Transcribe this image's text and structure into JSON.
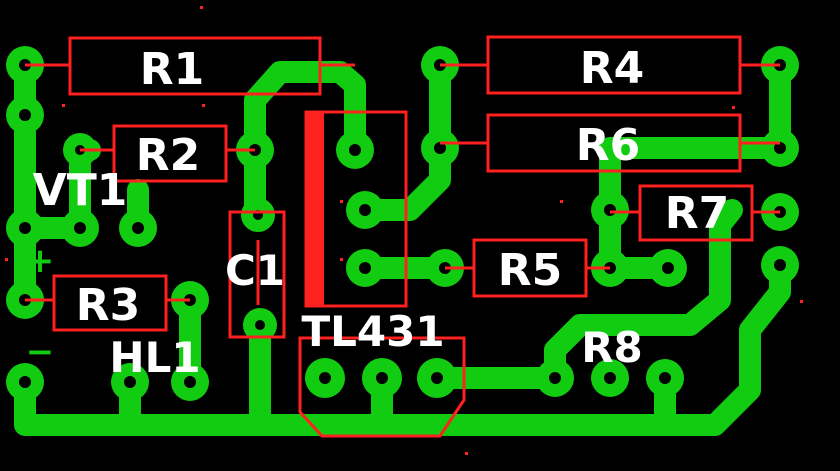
{
  "board": {
    "background_color": "#000000",
    "trace_color": "#11cc11",
    "pad_hole_color": "#000000",
    "silkscreen_color": "#ff0000",
    "label_color": "#ffffff"
  },
  "labels": {
    "r1": "R1",
    "r2": "R2",
    "r3": "R3",
    "r4": "R4",
    "r5": "R5",
    "r6": "R6",
    "r7": "R7",
    "r8": "R8",
    "vt1": "VT1",
    "c1": "C1",
    "hl1": "HL1",
    "tl431": "TL431",
    "plus": "+",
    "minus": "−"
  }
}
